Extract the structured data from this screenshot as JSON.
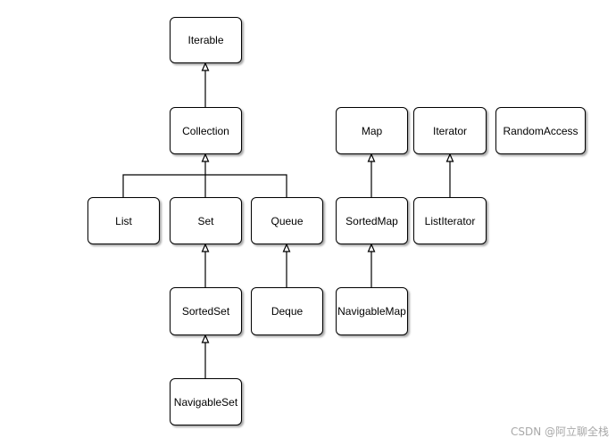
{
  "diagram": {
    "nodes": {
      "iterable": "Iterable",
      "collection": "Collection",
      "list": "List",
      "set": "Set",
      "queue": "Queue",
      "sorted_set": "SortedSet",
      "deque": "Deque",
      "navigable_set": "NavigableSet",
      "map": "Map",
      "sorted_map": "SortedMap",
      "navigable_map": "NavigableMap",
      "iterator": "Iterator",
      "list_iterator": "ListIterator",
      "random_access": "RandomAccess"
    },
    "edges": [
      {
        "from": "Collection",
        "to": "Iterable"
      },
      {
        "from": "List",
        "to": "Collection"
      },
      {
        "from": "Set",
        "to": "Collection"
      },
      {
        "from": "Queue",
        "to": "Collection"
      },
      {
        "from": "SortedSet",
        "to": "Set"
      },
      {
        "from": "NavigableSet",
        "to": "SortedSet"
      },
      {
        "from": "Deque",
        "to": "Queue"
      },
      {
        "from": "SortedMap",
        "to": "Map"
      },
      {
        "from": "NavigableMap",
        "to": "SortedMap"
      },
      {
        "from": "ListIterator",
        "to": "Iterator"
      }
    ]
  },
  "watermark": "CSDN @阿立聊全栈"
}
